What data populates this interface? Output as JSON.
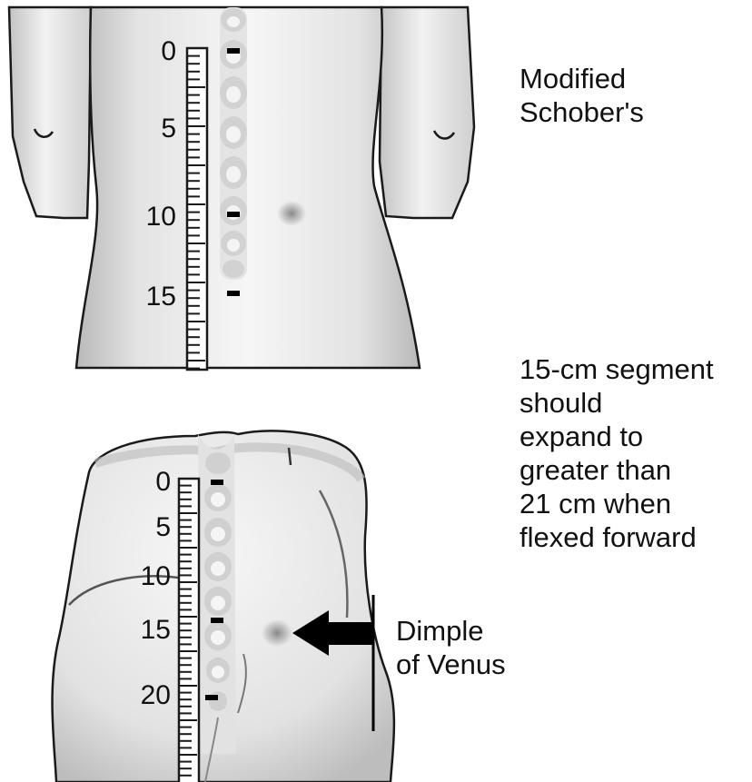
{
  "title": [
    "Modified",
    "Schober's"
  ],
  "description": [
    "15-cm segment",
    "should",
    "expand to",
    "greater than",
    "21 cm when",
    "flexed forward"
  ],
  "dimple_label": [
    "Dimple",
    "of Venus"
  ],
  "upright_ruler": {
    "tick_labels": [
      "0",
      "5",
      "10",
      "15"
    ]
  },
  "flexed_ruler": {
    "tick_labels": [
      "0",
      "5",
      "10",
      "15",
      "20"
    ]
  },
  "colors": {
    "skin": "#efefef",
    "outline": "#1a1a1a",
    "spine": "#d6d6d6",
    "marker": "#000000"
  }
}
